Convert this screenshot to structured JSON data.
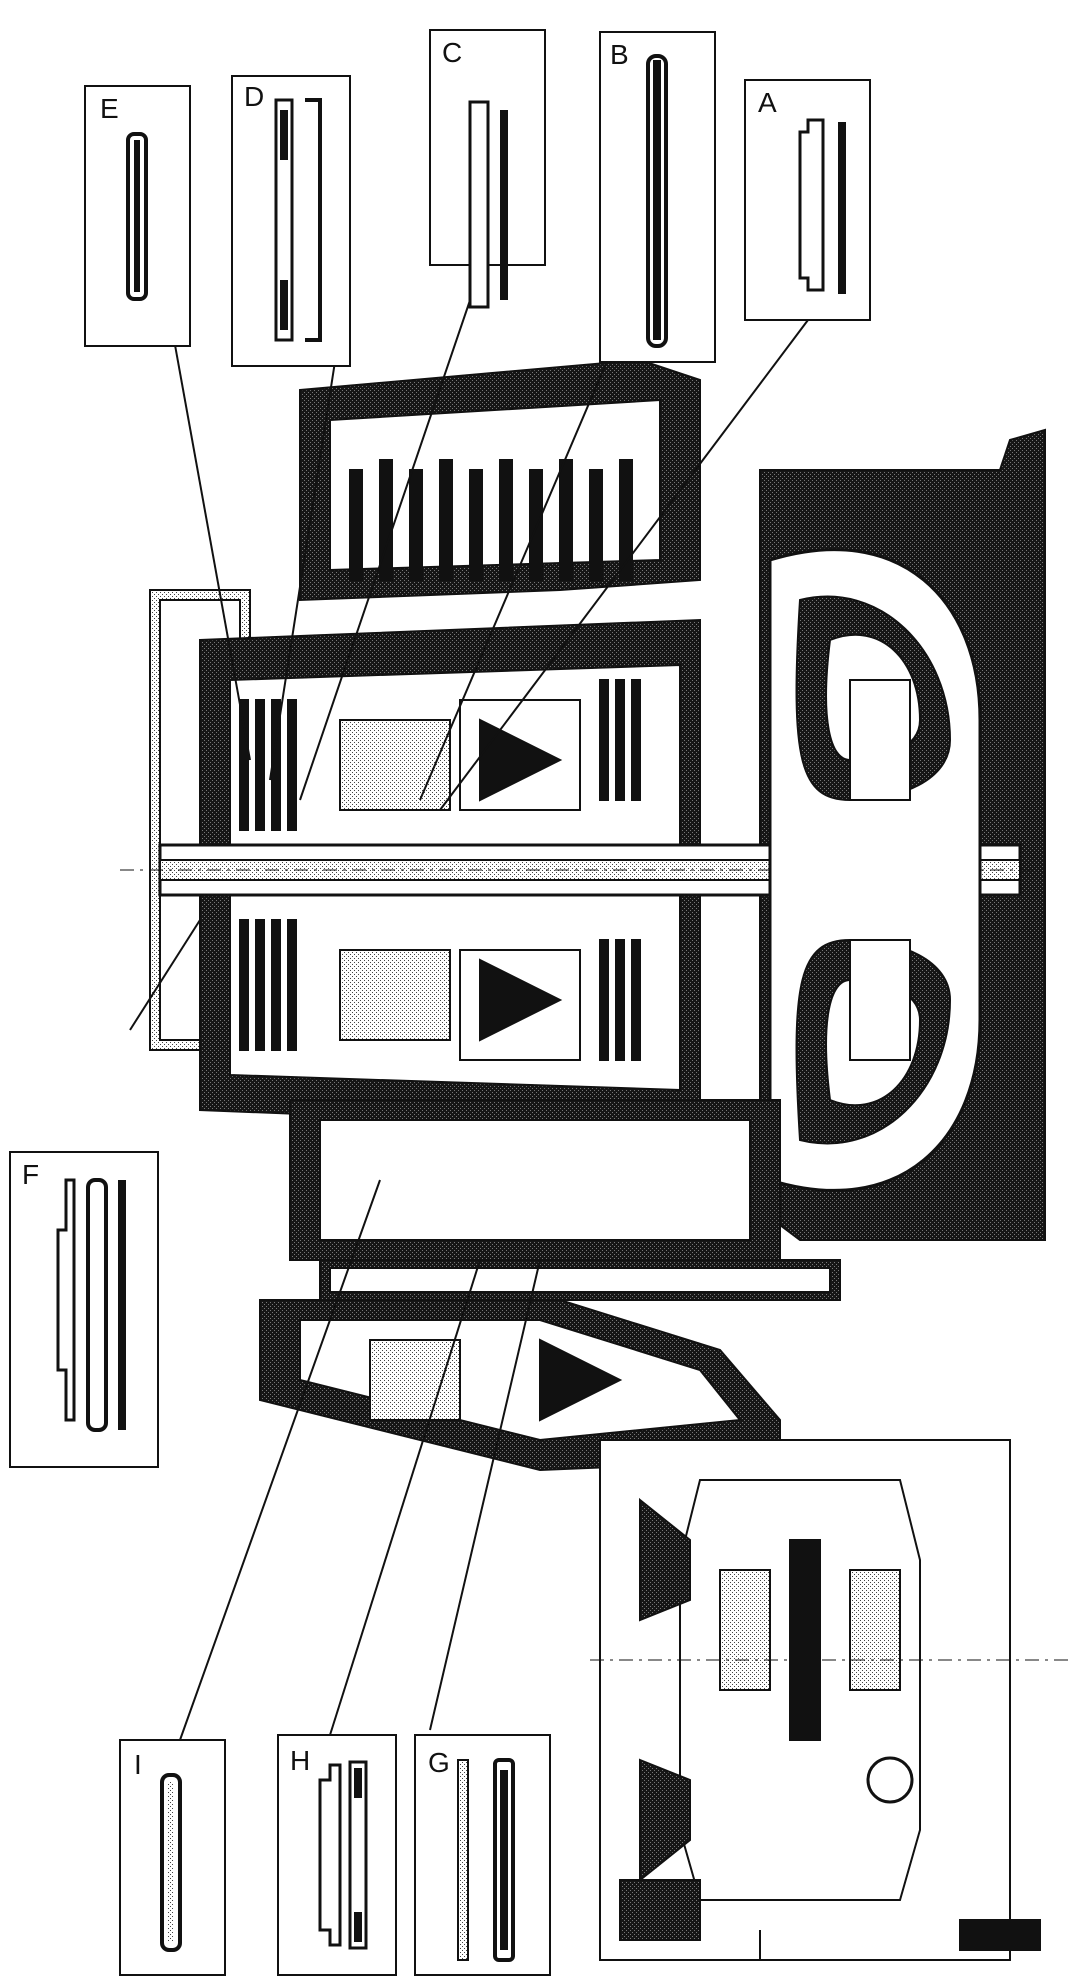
{
  "diagram": {
    "callouts": [
      {
        "id": "A",
        "label": "A"
      },
      {
        "id": "B",
        "label": "B"
      },
      {
        "id": "C",
        "label": "C"
      },
      {
        "id": "D",
        "label": "D"
      },
      {
        "id": "E",
        "label": "E"
      },
      {
        "id": "F",
        "label": "F"
      },
      {
        "id": "G",
        "label": "G"
      },
      {
        "id": "H",
        "label": "H"
      },
      {
        "id": "I",
        "label": "I"
      }
    ],
    "colors": {
      "ink": "#111111",
      "paper": "#ffffff",
      "hatch": "#2a2a2a"
    }
  }
}
